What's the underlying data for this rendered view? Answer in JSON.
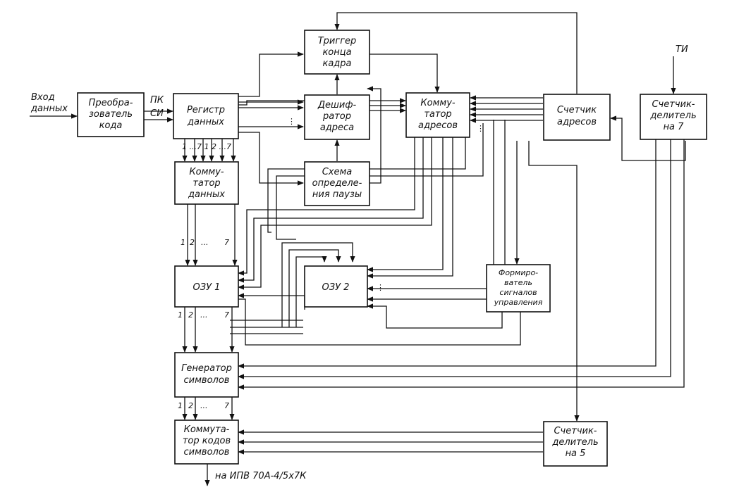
{
  "blocks": {
    "input": [
      "Вход",
      "данных"
    ],
    "converter": [
      "Преобра-",
      "зователь",
      "кода"
    ],
    "register": [
      "Регистр",
      "данных"
    ],
    "trigger": [
      "Триггер",
      "конца",
      "кадра"
    ],
    "decoder": [
      "Дешиф-",
      "ратор",
      "адреса"
    ],
    "pause": [
      "Схема",
      "определе-",
      "ния паузы"
    ],
    "addr_switch": [
      "Комму-",
      "татор",
      "адресов"
    ],
    "addr_counter": [
      "Счетчик",
      "адресов"
    ],
    "div7": [
      "Счетчик-",
      "делитель",
      "на 7"
    ],
    "data_switch": [
      "Комму-",
      "татор",
      "данных"
    ],
    "ozu1": [
      "ОЗУ 1"
    ],
    "ozu2": [
      "ОЗУ 2"
    ],
    "former": [
      "Формиро-",
      "ватель",
      "сигналов",
      "управления"
    ],
    "gen": [
      "Генератор",
      "символов"
    ],
    "code_switch": [
      "Коммута-",
      "тор кодов",
      "символов"
    ],
    "div5": [
      "Счетчик-",
      "делитель",
      "на 5"
    ]
  },
  "labels": {
    "pk": "ПК",
    "si": "СИ",
    "ti": "ТИ",
    "reg_out": "1 ...7 1 2 ...7",
    "n1": "1",
    "n2": "2",
    "dots": "...",
    "n7": "7",
    "output": "на ИПВ 70А-4/5х7К"
  }
}
